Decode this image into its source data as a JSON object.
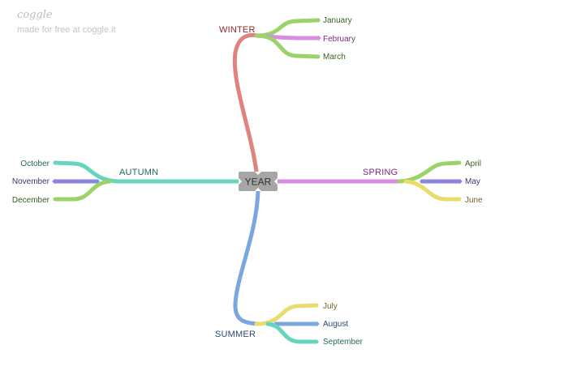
{
  "brand": {
    "logo_text": "coggle",
    "tagline": "made for free at coggle.it"
  },
  "colors": {
    "winter": "#e0837d",
    "spring": "#d88de0",
    "summer": "#7ba7e0",
    "autumn": "#66d5bd",
    "green": "#9bd36a",
    "purple": "#8b86dd",
    "yellow": "#e8dc6a",
    "blue": "#7ba7e0",
    "teal": "#66d5bd",
    "pink": "#d88de0",
    "center_box": "#a6a6a6"
  },
  "center": {
    "label": "YEAR"
  },
  "seasons": {
    "winter": {
      "label": "WINTER",
      "label_color": "#8a2a2a",
      "months": [
        {
          "label": "January",
          "color": "green",
          "text_color": "#3b5f1e"
        },
        {
          "label": "February",
          "color": "pink",
          "text_color": "#7a2a7e"
        },
        {
          "label": "March",
          "color": "green",
          "text_color": "#3b5f1e"
        }
      ]
    },
    "spring": {
      "label": "SPRING",
      "label_color": "#7a2a7e",
      "months": [
        {
          "label": "April",
          "color": "green",
          "text_color": "#3b5f1e"
        },
        {
          "label": "May",
          "color": "purple",
          "text_color": "#3a3677"
        },
        {
          "label": "June",
          "color": "yellow",
          "text_color": "#6e6420"
        }
      ]
    },
    "summer": {
      "label": "SUMMER",
      "label_color": "#2d4a73",
      "months": [
        {
          "label": "July",
          "color": "yellow",
          "text_color": "#6e6420"
        },
        {
          "label": "August",
          "color": "blue",
          "text_color": "#2d4a73"
        },
        {
          "label": "September",
          "color": "teal",
          "text_color": "#22695a"
        }
      ]
    },
    "autumn": {
      "label": "AUTUMN",
      "label_color": "#22695a",
      "months": [
        {
          "label": "October",
          "color": "teal",
          "text_color": "#22695a"
        },
        {
          "label": "November",
          "color": "purple",
          "text_color": "#3a3677"
        },
        {
          "label": "December",
          "color": "green",
          "text_color": "#3b5f1e"
        }
      ]
    }
  }
}
